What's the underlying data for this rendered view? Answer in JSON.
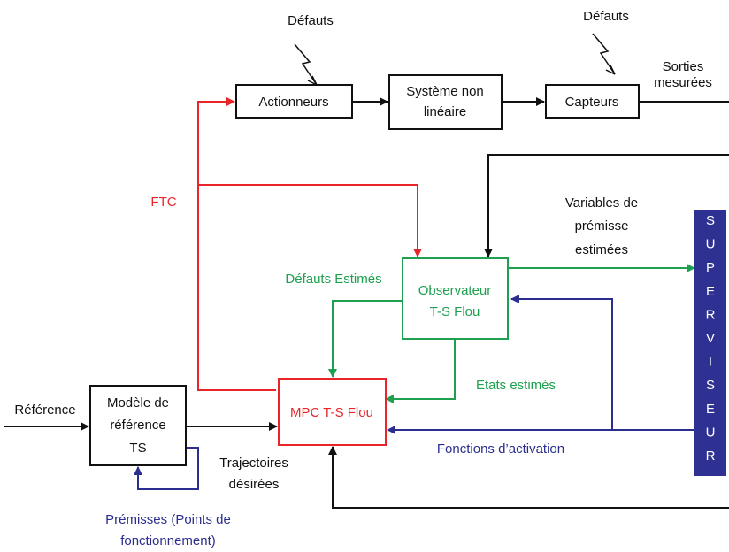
{
  "colors": {
    "black": "#111111",
    "red": "#e8262a",
    "green": "#1fa050",
    "blue": "#2b2e8f",
    "supervisor_fill": "#2e3192",
    "supervisor_text": "#ffffff"
  },
  "blocks": {
    "actionneurs": "Actionneurs",
    "systeme_line1": "Système non",
    "systeme_line2": "linéaire",
    "capteurs": "Capteurs",
    "observateur_line1": "Observateur",
    "observateur_line2": "T-S Flou",
    "mpc": "MPC T-S Flou",
    "modele_line1": "Modèle de",
    "modele_line2": "référence",
    "modele_line3": "TS"
  },
  "supervisor_letters": [
    "S",
    "U",
    "P",
    "E",
    "R",
    "V",
    "I",
    "S",
    "E",
    "U",
    "R"
  ],
  "labels": {
    "defauts_1": "Défauts",
    "defauts_2": "Défauts",
    "sorties_line1": "Sorties",
    "sorties_line2": "mesurées",
    "ftc": "FTC",
    "variables_line1": "Variables de",
    "variables_line2": "prémisse",
    "variables_line3": "estimées",
    "defauts_estimes": "Défauts Estimés",
    "etats_estimes": "Etats estimés",
    "reference": "Référence",
    "fonctions_activation": "Fonctions d’activation",
    "trajectoires_line1": "Trajectoires",
    "trajectoires_line2": "désirées",
    "premisses_line1": "Prémisses (Points de",
    "premisses_line2": "fonctionnement)"
  }
}
